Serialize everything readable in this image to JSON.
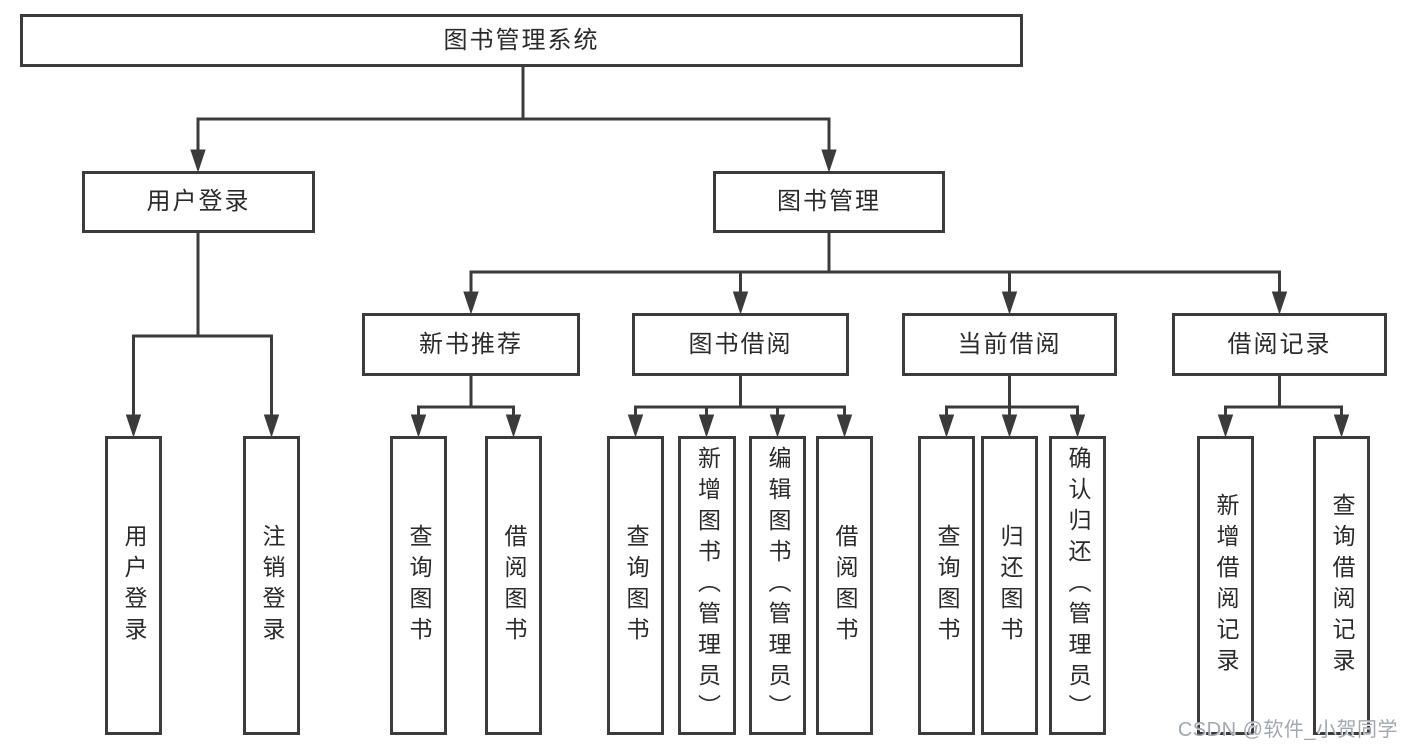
{
  "diagram": {
    "root": "图书管理系统",
    "user_login": {
      "label": "用户登录",
      "children": [
        "用户登录",
        "注销登录"
      ]
    },
    "book_management": {
      "label": "图书管理",
      "groups": [
        {
          "label": "新书推荐",
          "children": [
            "查询图书",
            "借阅图书"
          ]
        },
        {
          "label": "图书借阅",
          "children": [
            "查询图书",
            "新增图书（管理员）",
            "编辑图书（管理员）",
            "借阅图书"
          ]
        },
        {
          "label": "当前借阅",
          "children": [
            "查询图书",
            "归还图书",
            "确认归还（管理员）"
          ]
        },
        {
          "label": "借阅记录",
          "children": [
            "新增借阅记录",
            "查询借阅记录"
          ]
        }
      ]
    }
  },
  "watermark": "CSDN @软件_小贺同学",
  "colors": {
    "line": "#3b3b3b",
    "text": "#2a2a2a",
    "box_background": "#ffffff",
    "watermark": "#a2a8b0"
  }
}
